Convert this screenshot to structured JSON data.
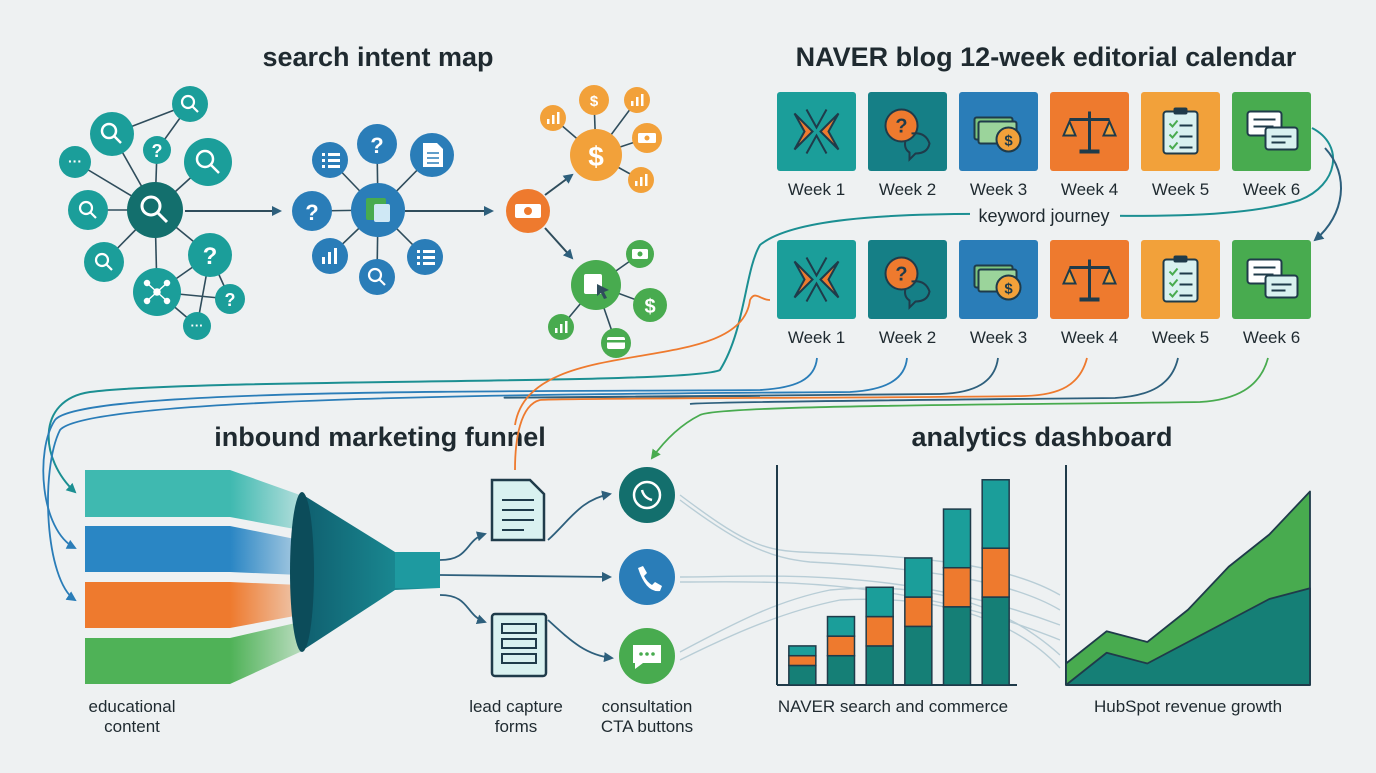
{
  "titles": {
    "intent_map": "search intent map",
    "calendar": "NAVER blog 12-week editorial calendar",
    "funnel": "inbound marketing funnel",
    "analytics": "analytics dashboard"
  },
  "calendar": {
    "row1": [
      "Week 1",
      "Week 2",
      "Week 3",
      "Week 4",
      "Week 5",
      "Week 6"
    ],
    "row2": [
      "Week 1",
      "Week 2",
      "Week 3",
      "Week 4",
      "Week 5",
      "Week 6"
    ],
    "tile_icons": [
      "bowtie-icon",
      "speech-question-icon",
      "money-coin-icon",
      "balance-scale-icon",
      "clipboard-checklist-icon",
      "chat-bubbles-icon"
    ],
    "tile_colors": [
      "#1b9e9a",
      "#157f86",
      "#2a7db8",
      "#ee7a2e",
      "#f2a13a",
      "#48ab4f"
    ],
    "connector_label": "keyword journey"
  },
  "funnel": {
    "input_label": [
      "educational",
      "content"
    ],
    "forms_label": [
      "lead capture",
      "forms"
    ],
    "cta_label": [
      "consultation",
      "CTA buttons"
    ],
    "cta_icons": [
      "whatsapp-icon",
      "phone-icon",
      "message-bubble-icon"
    ]
  },
  "analytics": {
    "bar_chart_label": "NAVER search and commerce",
    "area_chart_label": "HubSpot revenue growth"
  },
  "colors": {
    "teal": "#1b9e9a",
    "dark_teal": "#136f6d",
    "blue": "#2a7db8",
    "orange": "#ee7a2e",
    "yellow": "#f2a13a",
    "green": "#48ab4f",
    "navy": "#2d5f7c"
  },
  "chart_data": [
    {
      "type": "bar",
      "stacked": true,
      "categories": [
        "",
        "",
        "",
        "",
        "",
        ""
      ],
      "series": [
        {
          "values": [
            2,
            3,
            4,
            6,
            8,
            9
          ]
        },
        {
          "values": [
            1,
            2,
            3,
            3,
            4,
            5
          ]
        },
        {
          "values": [
            1,
            2,
            3,
            4,
            6,
            7
          ]
        }
      ],
      "series_colors": [
        "#157f76",
        "#ee7a2e",
        "#1b9e9a"
      ],
      "xlabel": "NAVER search and commerce",
      "ylim": [
        0,
        22
      ]
    },
    {
      "type": "area",
      "x": [
        0,
        1,
        2,
        3,
        4,
        5,
        6
      ],
      "series": [
        {
          "values": [
            2,
            5,
            4,
            7,
            11,
            14,
            18
          ]
        },
        {
          "values": [
            0,
            3,
            2,
            4,
            6,
            8,
            9
          ]
        }
      ],
      "series_colors": [
        "#48ab4f",
        "#157f76"
      ],
      "xlabel": "HubSpot revenue growth",
      "ylim": [
        0,
        20
      ]
    }
  ]
}
